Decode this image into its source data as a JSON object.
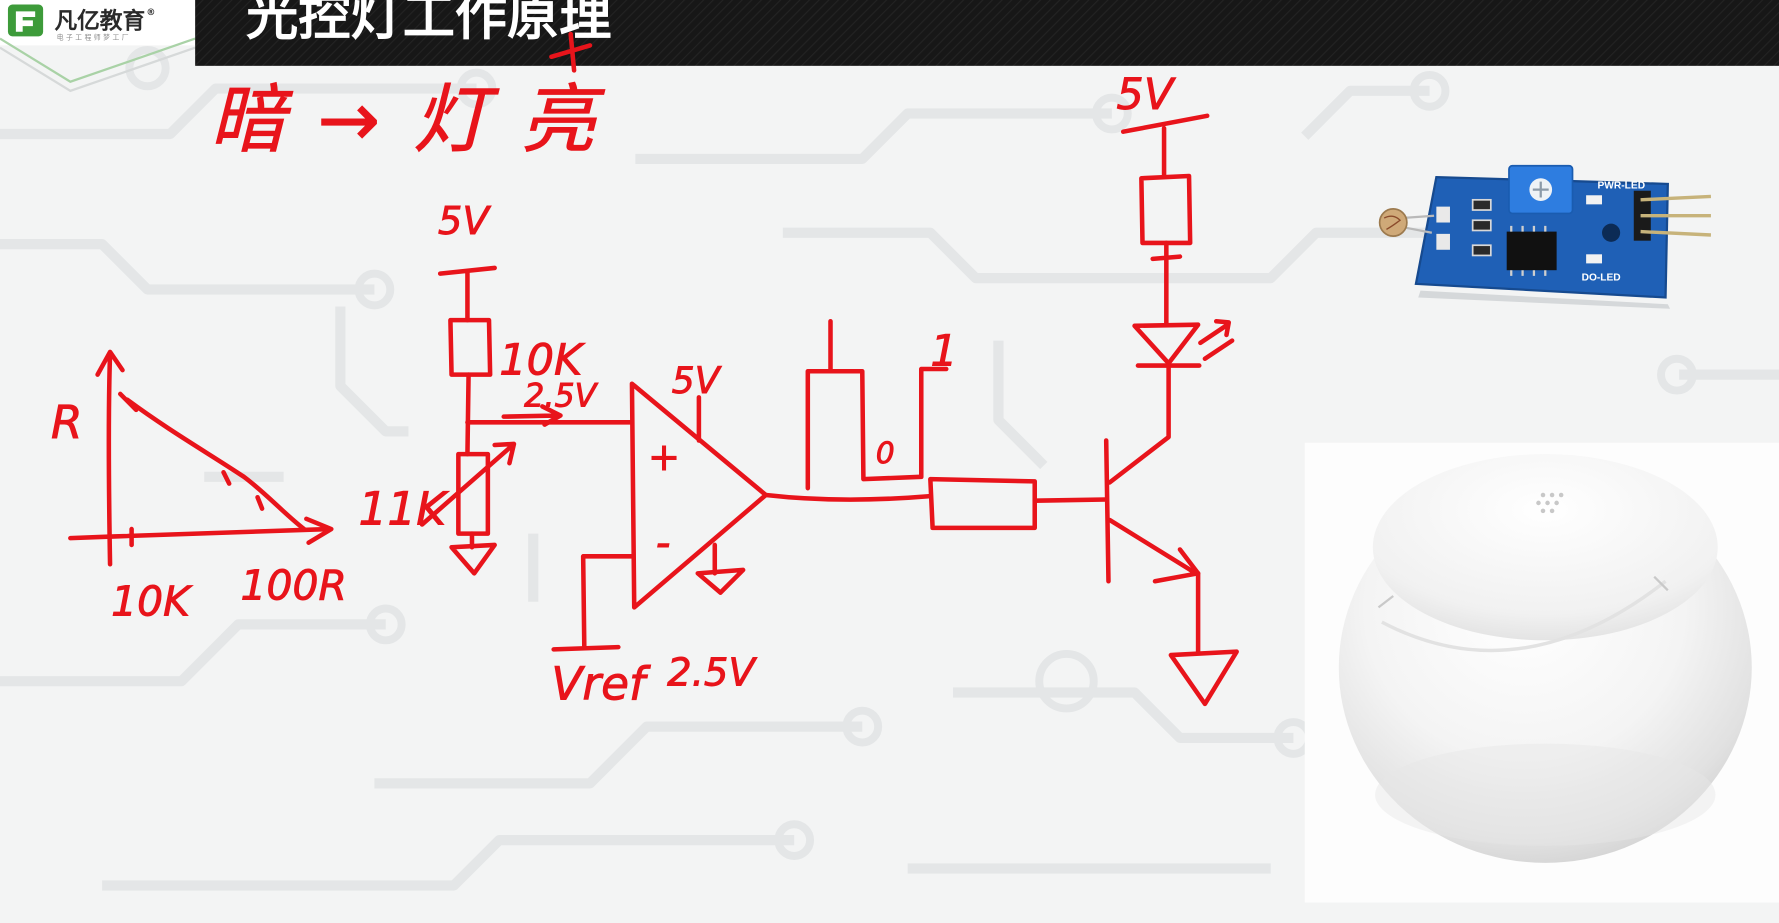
{
  "logo": {
    "brand": "凡亿教育",
    "registered": "®",
    "tagline": "电子工程师梦工厂"
  },
  "title": "光控灯工作原理",
  "annotations": {
    "headline": "暗→灯亮",
    "graph_axis_label": "R",
    "graph_x_label_left": "10K",
    "graph_x_label_right": "100R",
    "ldr_value": "11K",
    "supply_left": "5V",
    "resistor_value": "10K",
    "divider_voltage": "2.5V",
    "opamp_supply": "5V",
    "opamp_plus": "+",
    "opamp_minus": "-",
    "vref_label": "Vref",
    "vref_value": "2.5V",
    "high_level": "1",
    "low_level": "0",
    "supply_right": "5V"
  },
  "module": {
    "pwr_led": "PWR-LED",
    "do_led": "DO-LED"
  },
  "colors": {
    "ink": "#e8141b",
    "title_bar": "#171717",
    "brand_green": "#3d9b3a",
    "pcb_blue": "#1f60b6"
  }
}
